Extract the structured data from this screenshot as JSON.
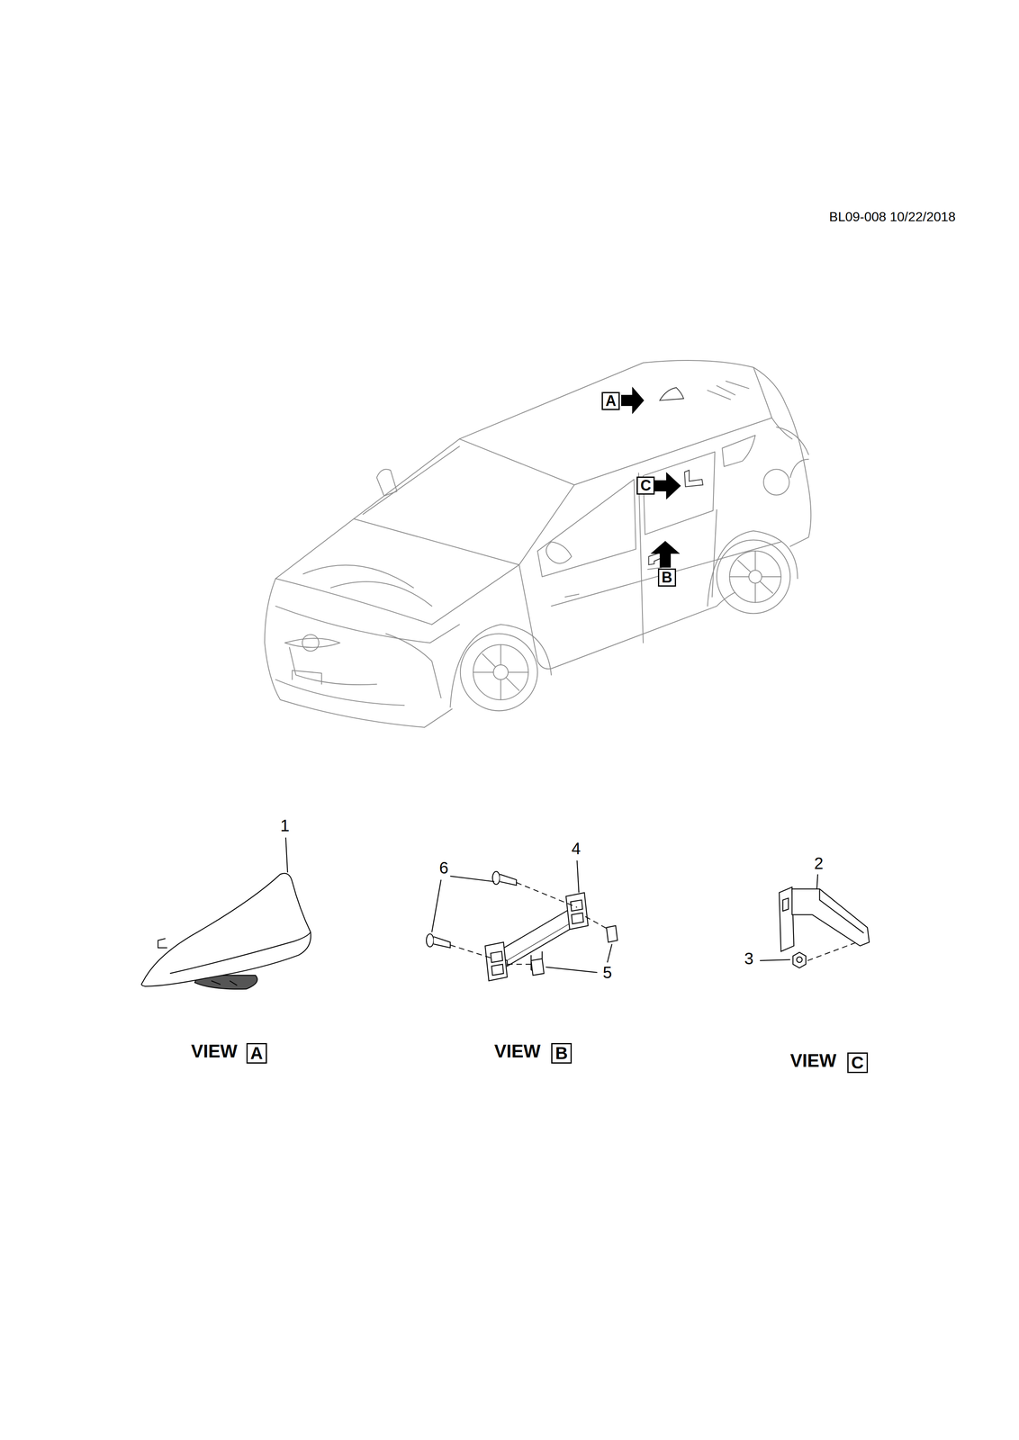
{
  "diagram": {
    "nodes": [
      {
        "text": [
          "A"
        ]
      },
      {
        "text": [
          "C"
        ]
      },
      {
        "text": [
          "B"
        ]
      },
      {
        "text": [
          "A"
        ]
      },
      {
        "text": [
          "B"
        ]
      },
      {
        "text": [
          "C"
        ]
      }
    ],
    "labels": [
      "BL09-008 10/22/2018",
      "1",
      "4",
      "6",
      "2",
      "3",
      "5",
      "VIEW",
      "VIEW",
      "VIEW"
    ]
  }
}
